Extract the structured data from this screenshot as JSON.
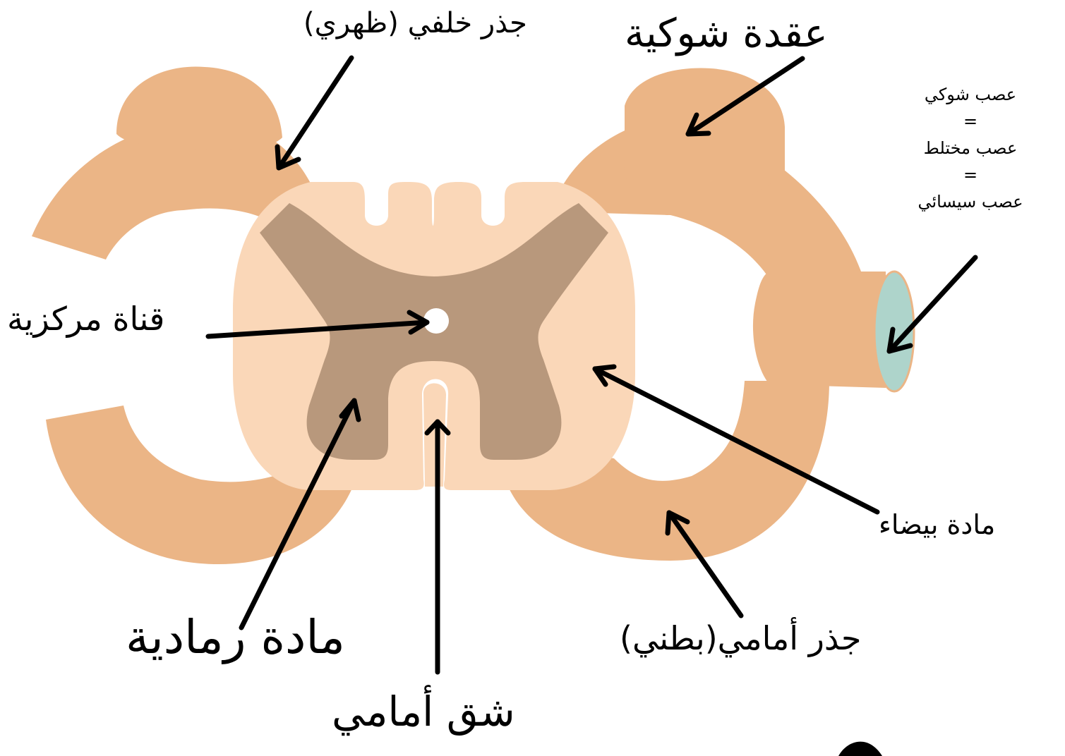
{
  "colors": {
    "root": "#EBB586",
    "white_matter": "#FAD7B8",
    "gray_matter": "#B8987C",
    "nerve_section": "#AED4CB",
    "canal": "#FFFFFF",
    "arrow": "#000000"
  },
  "labels": {
    "dorsal_root": "جذر خلفي (ظهري)",
    "spinal_ganglion": "عقدة شوكية",
    "central_canal": "قناة مركزية",
    "white_matter": "مادة بيضاء",
    "ventral_root": "جذر أمامي(بطني)",
    "gray_matter": "مادة رمادية",
    "anterior_fissure": "شق أمامي"
  },
  "nerve_note": {
    "line1": "عصب شوكي",
    "eq1": "=",
    "line2": "عصب مختلط",
    "eq2": "=",
    "line3": "عصب سيسائي"
  }
}
